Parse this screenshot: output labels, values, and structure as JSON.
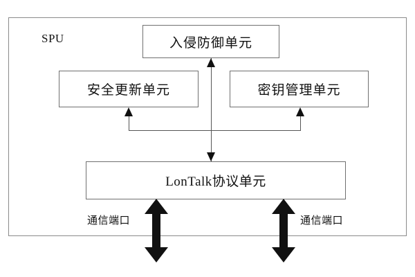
{
  "diagram": {
    "container": {
      "label": "SPU"
    },
    "units": [
      {
        "id": "intrusion-prevention-unit",
        "label": "入侵防御单元"
      },
      {
        "id": "security-update-unit",
        "label": "安全更新单元"
      },
      {
        "id": "key-management-unit",
        "label": "密钥管理单元"
      },
      {
        "id": "lontalk-protocol-unit",
        "label": "LonTalk协议单元"
      }
    ],
    "ports": [
      {
        "id": "communication-port-left",
        "label": "通信端口"
      },
      {
        "id": "communication-port-right",
        "label": "通信端口"
      }
    ],
    "colors": {
      "background": "#ffffff",
      "box_border": "#6f6f6f",
      "container_border": "#8a8a8a",
      "connector": "#555555",
      "arrow_fill": "#111111",
      "text": "#111111"
    }
  }
}
